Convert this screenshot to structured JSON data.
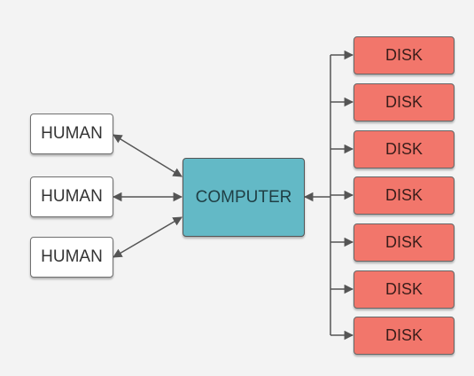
{
  "humans": [
    "HUMAN",
    "HUMAN",
    "HUMAN"
  ],
  "computer": "COMPUTER",
  "disks": [
    "DISK",
    "DISK",
    "DISK",
    "DISK",
    "DISK",
    "DISK",
    "DISK"
  ],
  "colors": {
    "background": "#f3f3f3",
    "human_fill": "#ffffff",
    "computer_fill": "#63b9c6",
    "disk_fill": "#f2766b",
    "connector": "#555555"
  }
}
